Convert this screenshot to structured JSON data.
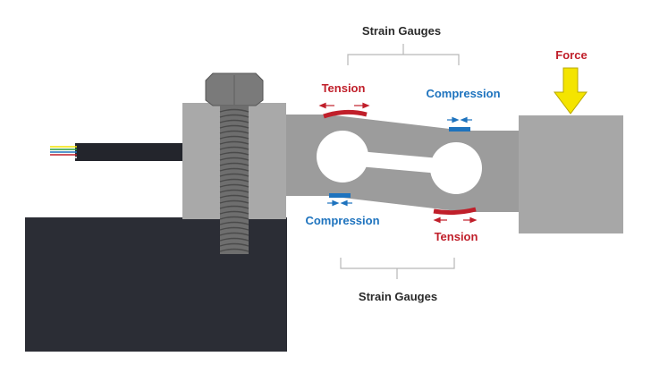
{
  "labels": {
    "strain_gauges_top": "Strain Gauges",
    "strain_gauges_bottom": "Strain Gauges",
    "force": "Force",
    "tension_top": "Tension",
    "tension_bottom": "Tension",
    "compression_top": "Compression",
    "compression_bottom": "Compression"
  },
  "colors": {
    "base_block": "#2b2d35",
    "mount_block": "#a9a9a9",
    "beam": "#9c9c9c",
    "load_block": "#a7a7a7",
    "bolt": "#7a7a7a",
    "cable": "#23252c",
    "tension": "#c01f2a",
    "compression": "#1e73be",
    "force_arrow": "#f4e400",
    "bracket": "#b8b8b8"
  },
  "cable_wire_colors": [
    "#f4e400",
    "#2a9d3a",
    "#1e73be",
    "#c01f2a",
    "#ffffff"
  ]
}
